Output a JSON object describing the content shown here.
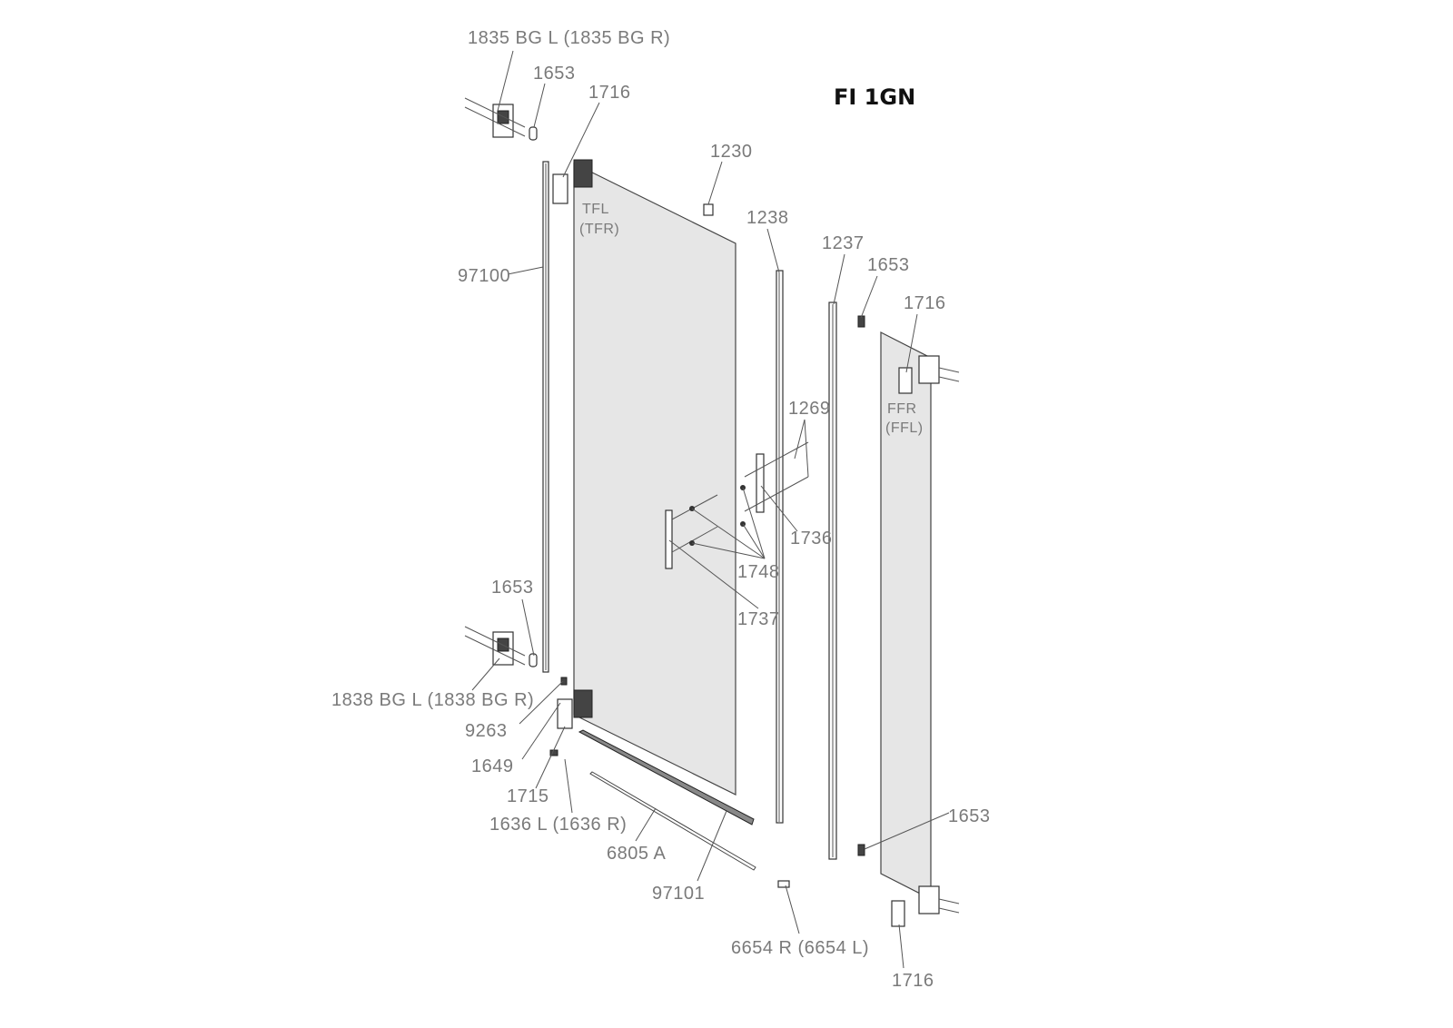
{
  "title": "FI 1GN",
  "labels": {
    "hinge_top": "1835 BG L (1835 BG R)",
    "cap_top_left": "1653",
    "cover_top_left": "1716",
    "clip": "1230",
    "door_top_a": "TFL",
    "door_top_b": "(TFR)",
    "profile_1238": "1238",
    "profile_1237": "1237",
    "cap_top_right": "1653",
    "cover_top_right": "1716",
    "wall_profile": "97100",
    "screws": "1269",
    "fixed_a": "FFR",
    "fixed_b": "(FFL)",
    "handle_outer": "1736",
    "washers": "1748",
    "cap_bottom_left": "1653",
    "handle_inner": "1737",
    "hinge_bottom": "1838 BG L (1838 BG R)",
    "part_9263": "9263",
    "part_1649": "1649",
    "part_1715": "1715",
    "part_1636": "1636 L (1636 R)",
    "seal_6805": "6805 A",
    "cap_bottom_right": "1653",
    "bottom_profile": "97101",
    "part_6654": "6654 R (6654 L)",
    "cover_bottom_right": "1716"
  }
}
